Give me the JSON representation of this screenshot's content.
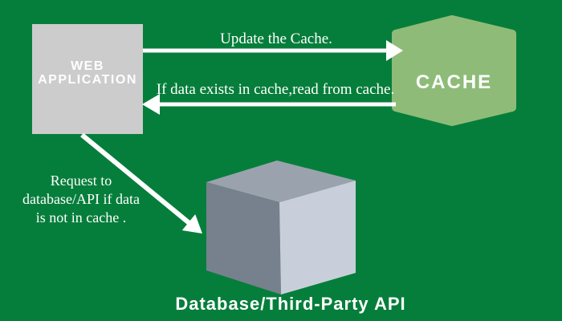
{
  "canvas": {
    "bg_color": "#067e3b"
  },
  "nodes": {
    "web_app": {
      "lines": [
        "WEB",
        "APPLICATION"
      ],
      "bg_color": "#cccccc",
      "text_color": "#ffffff"
    },
    "cache": {
      "label": "CACHE",
      "bg_color": "#8ebc78",
      "text_color": "#ffffff"
    },
    "database": {
      "label": "Database/Third-Party API",
      "cube_colors": {
        "top": "#9aa3ad",
        "left": "#76818d",
        "right": "#c9cfda"
      }
    }
  },
  "edges": {
    "update_cache": {
      "label": "Update the Cache.",
      "color": "#ffffff"
    },
    "read_cache": {
      "label": "If data exists in cache,read from cache.",
      "color": "#ffffff"
    },
    "request_db": {
      "lines": [
        "Request to",
        "database/API if data",
        "is not in cache ."
      ],
      "color": "#ffffff"
    }
  }
}
